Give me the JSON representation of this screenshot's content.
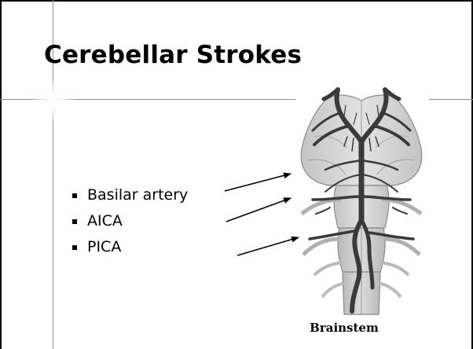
{
  "slide": {
    "title": "Cerebellar Strokes",
    "bullets": [
      {
        "label": "Basilar artery"
      },
      {
        "label": "AICA"
      },
      {
        "label": "PICA"
      }
    ],
    "figure": {
      "caption": "Brainstem"
    }
  }
}
